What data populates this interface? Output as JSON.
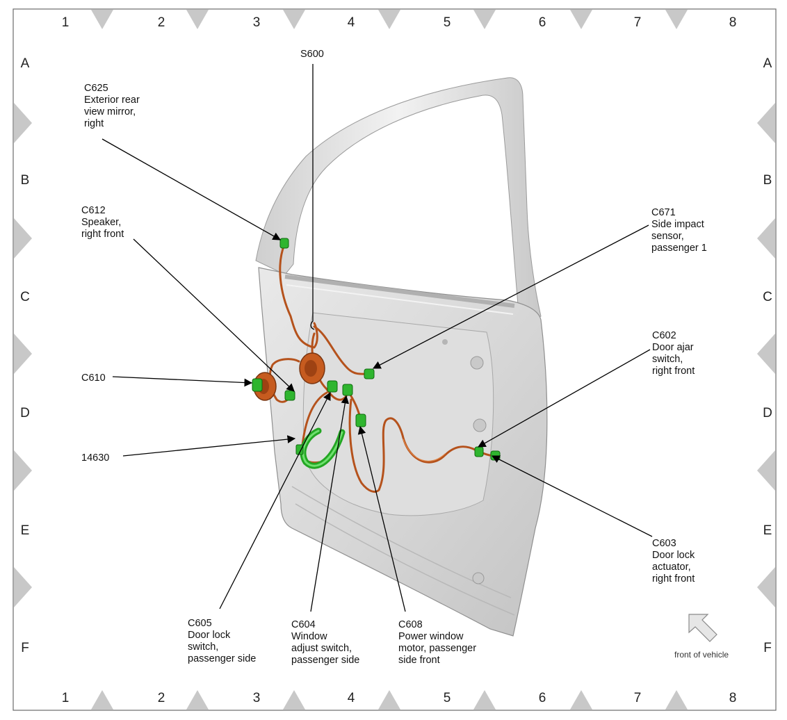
{
  "grid": {
    "columns": [
      "1",
      "2",
      "3",
      "4",
      "5",
      "6",
      "7",
      "8"
    ],
    "rows": [
      "A",
      "B",
      "C",
      "D",
      "E",
      "F"
    ]
  },
  "callouts": {
    "s600": [
      "S600"
    ],
    "c625": [
      "C625",
      "Exterior rear",
      "view mirror,",
      "right"
    ],
    "c612": [
      "C612",
      "Speaker,",
      "right front"
    ],
    "c610": [
      "C610"
    ],
    "n14630": [
      "14630"
    ],
    "c671": [
      "C671",
      "Side impact",
      "sensor,",
      "passenger 1"
    ],
    "c602": [
      "C602",
      "Door ajar",
      "switch,",
      "right front"
    ],
    "c603": [
      "C603",
      "Door lock",
      "actuator,",
      "right front"
    ],
    "c605": [
      "C605",
      "Door lock",
      "switch,",
      "passenger side"
    ],
    "c604": [
      "C604",
      "Window",
      "adjust switch,",
      "passenger side"
    ],
    "c608": [
      "C608",
      "Power window",
      "motor, passenger",
      "side front"
    ]
  },
  "orientation": {
    "label": "front of vehicle",
    "icon": "arrow-up-left-icon"
  },
  "colors": {
    "harness": "#b5521c",
    "connector": "#2fb52f",
    "door": "#d9d9d9",
    "marker": "#c8c8c8"
  }
}
